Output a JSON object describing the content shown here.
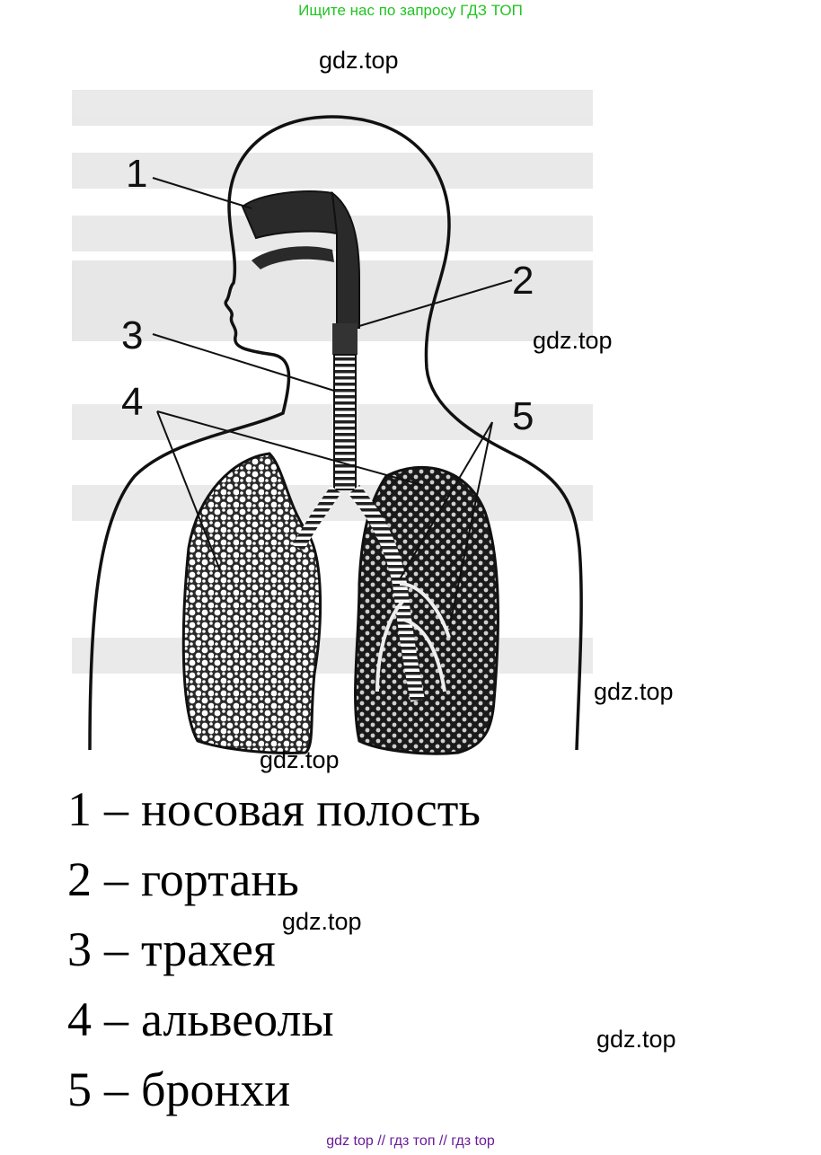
{
  "header": {
    "banner": "Ищите нас по запросу ГДЗ ТОП"
  },
  "watermarks": [
    "gdz.top",
    "gdz.top",
    "gdz.top",
    "gdz.top",
    "gdz.top",
    "gdz.top"
  ],
  "diagram": {
    "labels": [
      "1",
      "2",
      "3",
      "4",
      "5"
    ]
  },
  "legend": [
    {
      "num": "1",
      "text": "носовая полость"
    },
    {
      "num": "2",
      "text": "гортань"
    },
    {
      "num": "3",
      "text": "трахея"
    },
    {
      "num": "4",
      "text": "альвеолы"
    },
    {
      "num": "5",
      "text": "бронхи"
    }
  ],
  "footer": {
    "text": "gdz top  //  гдз топ  //  гдз top"
  }
}
